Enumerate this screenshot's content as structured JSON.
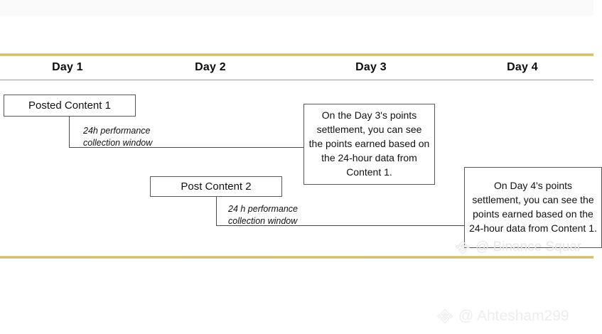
{
  "page": {
    "top_strip_color": "#f9f9f9",
    "background": "#ffffff",
    "rule_gold_color": "#cdb55e",
    "rule_gray_color": "#9a9a9a"
  },
  "timeline": {
    "days": [
      {
        "label": "Day 1"
      },
      {
        "label": "Day 2"
      },
      {
        "label": "Day 3"
      },
      {
        "label": "Day 4"
      }
    ]
  },
  "content_rows": [
    {
      "box_label": "Posted Content 1",
      "bracket_caption": "24h performance\ncollection window",
      "note": "On the Day 3's points settlement,\nyou can see the points earned based on the 24-hour data from Content 1."
    },
    {
      "box_label": "Post Content 2",
      "bracket_caption": "24 h performance\ncollection window",
      "note": "On Day 4's points settlement,\nyou can see the points earned based on the 24-hour data from Content 1."
    }
  ],
  "notes": {
    "day3": "On the Day 3's points settlement,\nyou can see the points earned based on the 24-hour data from Content 1.",
    "day4": "On Day 4's points settlement,\nyou can see the points earned based on the 24-hour data from Content 1."
  },
  "watermarks": {
    "middle": "@ Binance Squar",
    "bottom": "@ Ahtesham299",
    "logo_color": "#ececec"
  }
}
